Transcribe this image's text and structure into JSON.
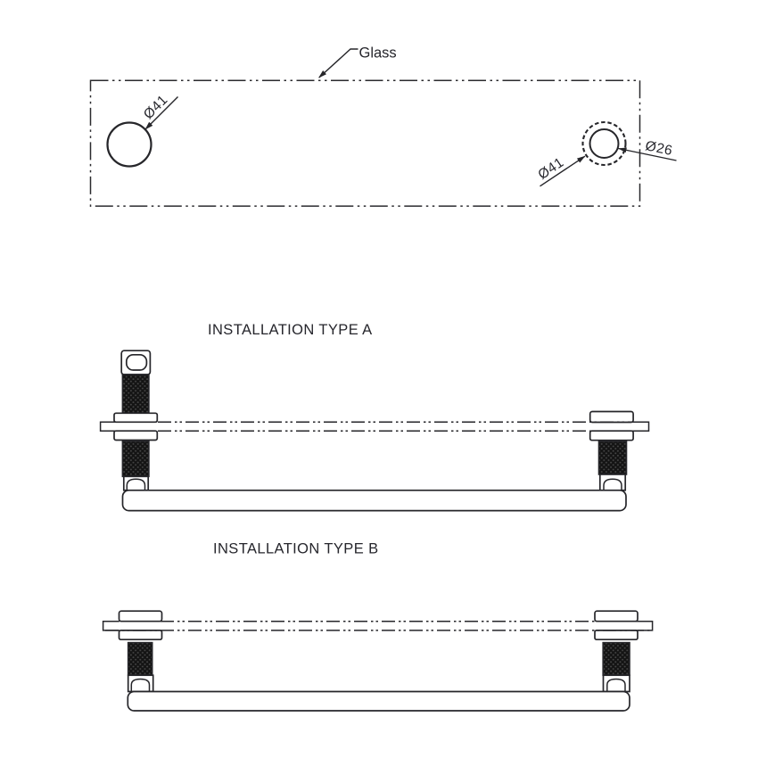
{
  "colors": {
    "background": "#ffffff",
    "line": "#26262a",
    "text": "#26262c",
    "knurl_base": "#141414",
    "knurl_dot": "#464646"
  },
  "top_view": {
    "glass_label": "Glass",
    "left_hole_diameter": "Ø41",
    "right_hole_outer_diameter": "Ø41",
    "right_hole_inner_diameter": "Ø26"
  },
  "installation_type_a": {
    "title": "INSTALLATION TYPE A"
  },
  "installation_type_b": {
    "title": "INSTALLATION TYPE B"
  }
}
